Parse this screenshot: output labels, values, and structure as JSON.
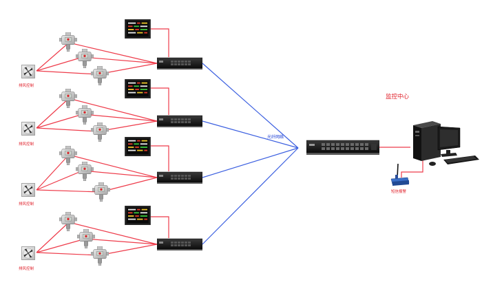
{
  "center": {
    "title": "监控中心",
    "sms_alarm_label": "短信报警"
  },
  "network": {
    "fiber_label": "光纤网络"
  },
  "groups": [
    {
      "exhaust_label": "排风控制"
    },
    {
      "exhaust_label": "排风控制"
    },
    {
      "exhaust_label": "排风控制"
    },
    {
      "exhaust_label": "排风控制"
    }
  ],
  "colors": {
    "local_link": "#ee3b4a",
    "fiber_link": "#3b5fe0",
    "text_accent": "#e0202a",
    "switch_body": "#1c1c1c"
  },
  "icons": {
    "exhaust": "exhaust-fan-icon",
    "detector": "gas-detector-icon",
    "display": "alarm-display-panel-icon",
    "switch": "network-switch-icon",
    "core_switch": "core-switch-icon",
    "computer": "monitoring-computer-icon",
    "sms": "sms-modem-icon"
  }
}
